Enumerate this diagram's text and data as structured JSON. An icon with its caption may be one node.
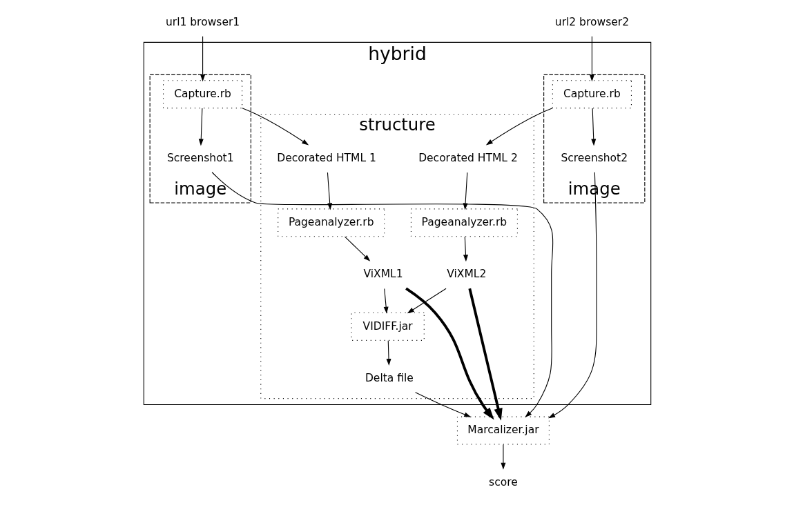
{
  "diagram": {
    "nodes": [
      {
        "text": [
          "hybrid"
        ]
      },
      {
        "text": [
          "image"
        ],
        "in": 0
      },
      {
        "text": [
          "Capture.rb"
        ],
        "in": 1
      },
      {
        "text": [
          "Screenshot1"
        ],
        "in": 1
      },
      {
        "text": [
          "structure"
        ],
        "in": 0
      },
      {
        "text": [
          "Decorated HTML 1"
        ],
        "in": 4
      },
      {
        "text": [
          "Pageanalyzer.rb"
        ],
        "in": 4
      },
      {
        "text": [
          "ViXML1"
        ],
        "in": 4
      },
      {
        "text": [
          "Decorated HTML 2"
        ],
        "in": 4
      },
      {
        "text": [
          "Pageanalyzer.rb"
        ],
        "in": 4
      },
      {
        "text": [
          "ViXML2"
        ],
        "in": 4
      },
      {
        "text": [
          "VIDIFF.jar"
        ],
        "in": 4
      },
      {
        "text": [
          "Delta file"
        ],
        "in": 4
      },
      {
        "text": [
          "image"
        ],
        "in": 0
      },
      {
        "text": [
          "Capture.rb"
        ],
        "in": 13
      },
      {
        "text": [
          "Screenshot2"
        ],
        "in": 13
      },
      {
        "text": [
          "url1 browser1"
        ]
      },
      {
        "text": [
          "url2 browser2"
        ]
      },
      {
        "text": [
          "Marcalizer.jar"
        ]
      },
      {
        "text": [
          "score"
        ]
      }
    ],
    "edges": [
      {
        "from": 16,
        "to": 2,
        "arrow": "to"
      },
      {
        "from": 2,
        "to": 3,
        "arrow": "to"
      },
      {
        "from": 2,
        "to": 5,
        "arrow": "to"
      },
      {
        "from": 17,
        "to": 14,
        "arrow": "to"
      },
      {
        "from": 14,
        "to": 8,
        "arrow": "to"
      },
      {
        "from": 14,
        "to": 15,
        "arrow": "to"
      },
      {
        "from": 5,
        "to": 6,
        "arrow": "to"
      },
      {
        "from": 6,
        "to": 7,
        "arrow": "to"
      },
      {
        "from": 8,
        "to": 9,
        "arrow": "to"
      },
      {
        "from": 9,
        "to": 10,
        "arrow": "to"
      },
      {
        "from": 7,
        "to": 11,
        "arrow": "to"
      },
      {
        "from": 10,
        "to": 11,
        "arrow": "to"
      },
      {
        "from": 11,
        "to": 12,
        "arrow": "to"
      },
      {
        "from": 7,
        "to": 18,
        "arrow": "to",
        "style": "thick"
      },
      {
        "from": 12,
        "to": 18,
        "arrow": "to"
      },
      {
        "from": 10,
        "to": 18,
        "arrow": "to",
        "style": "thick"
      },
      {
        "from": 3,
        "to": 18,
        "arrow": "to"
      },
      {
        "from": 15,
        "to": 18,
        "arrow": "to"
      },
      {
        "from": 18,
        "to": 19,
        "arrow": "to"
      }
    ]
  }
}
